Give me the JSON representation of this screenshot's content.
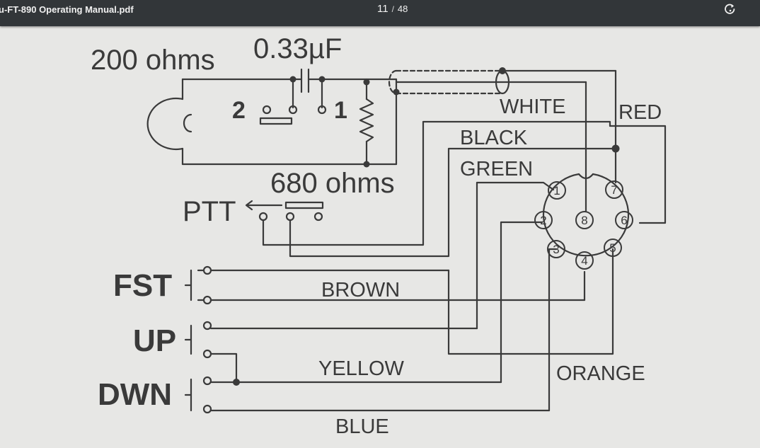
{
  "toolbar": {
    "filename": "u-FT-890 Operating Manual.pdf",
    "current_page": "11",
    "page_separator": "/",
    "total_pages": "48",
    "rotate_icon": "rotate-clockwise-icon"
  },
  "diagram": {
    "mic_resistance": "200 ohms",
    "capacitor": "0.33µF",
    "resistor": "680 ohms",
    "switch_pos_2": "2",
    "switch_pos_1": "1",
    "ptt": "PTT",
    "fst": "FST",
    "up": "UP",
    "dwn": "DWN",
    "wires": {
      "white": "WHITE",
      "red": "RED",
      "black": "BLACK",
      "green": "GREEN",
      "brown": "BROWN",
      "yellow": "YELLOW",
      "orange": "ORANGE",
      "blue": "BLUE"
    },
    "pins": [
      "1",
      "2",
      "3",
      "4",
      "5",
      "6",
      "7",
      "8"
    ]
  }
}
